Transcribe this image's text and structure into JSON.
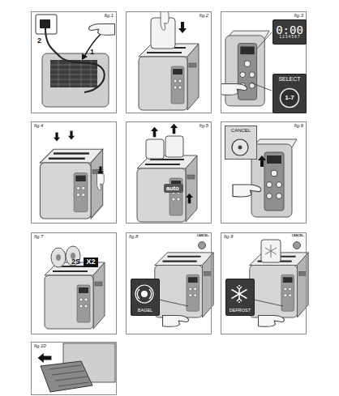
{
  "diagram": {
    "nodes": [
      {
        "text": [
          "fig.1"
        ]
      },
      {
        "text": [
          "fig.2"
        ]
      },
      {
        "text": [
          "fig.3"
        ]
      },
      {
        "text": [
          "0:00",
          "1 2 3 4 5 6 7"
        ],
        "in": 2
      },
      {
        "text": [
          "SELECT"
        ],
        "in": 2
      },
      {
        "text": [
          "1-7"
        ],
        "in": 4
      },
      {
        "text": [
          "fig.4"
        ]
      },
      {
        "text": [
          "fig.5"
        ]
      },
      {
        "text": [
          "fig.6"
        ]
      },
      {
        "text": [
          "CANCEL"
        ],
        "in": 8
      },
      {
        "text": [
          "fig.7"
        ]
      },
      {
        "text": [
          "2S"
        ],
        "in": 10
      },
      {
        "text": [
          "X2"
        ],
        "in": 10
      },
      {
        "text": [
          "fig.8"
        ]
      },
      {
        "text": [
          "CANCEL"
        ],
        "in": 13
      },
      {
        "text": [
          "BAGEL"
        ],
        "in": 13
      },
      {
        "text": [
          "fig.9"
        ]
      },
      {
        "text": [
          "CANCEL"
        ],
        "in": 16
      },
      {
        "text": [
          "DEFROST"
        ],
        "in": 16
      },
      {
        "text": [
          "fig.10"
        ]
      }
    ],
    "labels": [
      "1",
      "2",
      "auto"
    ]
  }
}
